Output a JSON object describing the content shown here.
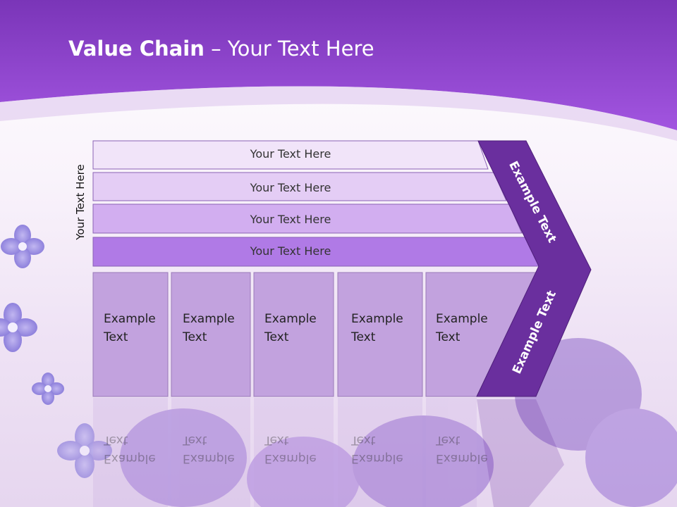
{
  "title": {
    "bold": "Value Chain",
    "rest": " – Your Text Here"
  },
  "side_label": "Your Text Here",
  "bands": [
    "Your Text Here",
    "Your Text Here",
    "Your Text Here",
    "Your Text Here"
  ],
  "cells": [
    "Example\nText",
    "Example\nText",
    "Example\nText",
    "Example\nText",
    "Example\nText"
  ],
  "arrow_upper": "Example Text",
  "arrow_lower": "Example Text",
  "colors": {
    "header": "#8f45d4",
    "band1": "#f1e4f9",
    "band2": "#e4cdf5",
    "band3": "#d2aef0",
    "band4": "#b07ae6",
    "cells": "#c2a2de",
    "arrow": "#6a2f9e"
  }
}
